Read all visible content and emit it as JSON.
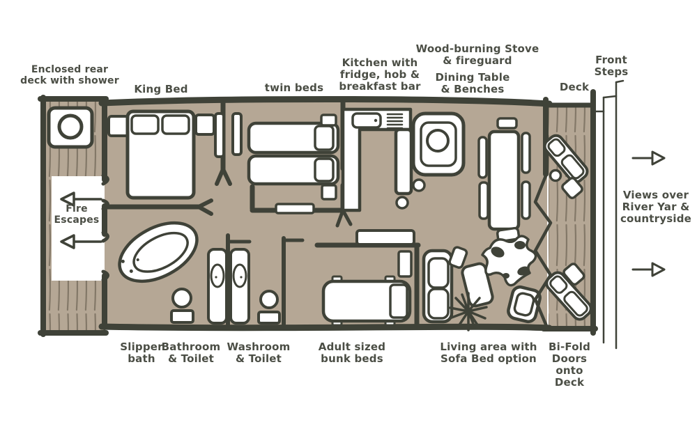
{
  "palette": {
    "floor": "#b5a795",
    "plank": "#837868",
    "wall": "#3f4238",
    "text": "#4b4e45",
    "furniture": "#ffffff"
  },
  "labels": {
    "rear_deck": "Enclosed rear\ndeck with shower",
    "king_bed": "King Bed",
    "twin_beds": "twin beds",
    "kitchen": "Kitchen with\nfridge, hob &\nbreakfast bar",
    "stove": "Wood-burning Stove\n& fireguard",
    "dining": "Dining Table\n& Benches",
    "deck": "Deck",
    "front_steps": "Front\nSteps",
    "fire_escapes": "Fire\nEscapes",
    "views": "Views over\nRiver Yar &\ncountryside",
    "slipper_bath": "Slipper\nbath",
    "bathroom": "Bathroom\n& Toilet",
    "washroom": "Washroom\n& Toilet",
    "bunk_beds": "Adult sized\nbunk beds",
    "living_area": "Living area with\nSofa Bed option",
    "bifold": "Bi-Fold\nDoors\nonto\nDeck"
  }
}
